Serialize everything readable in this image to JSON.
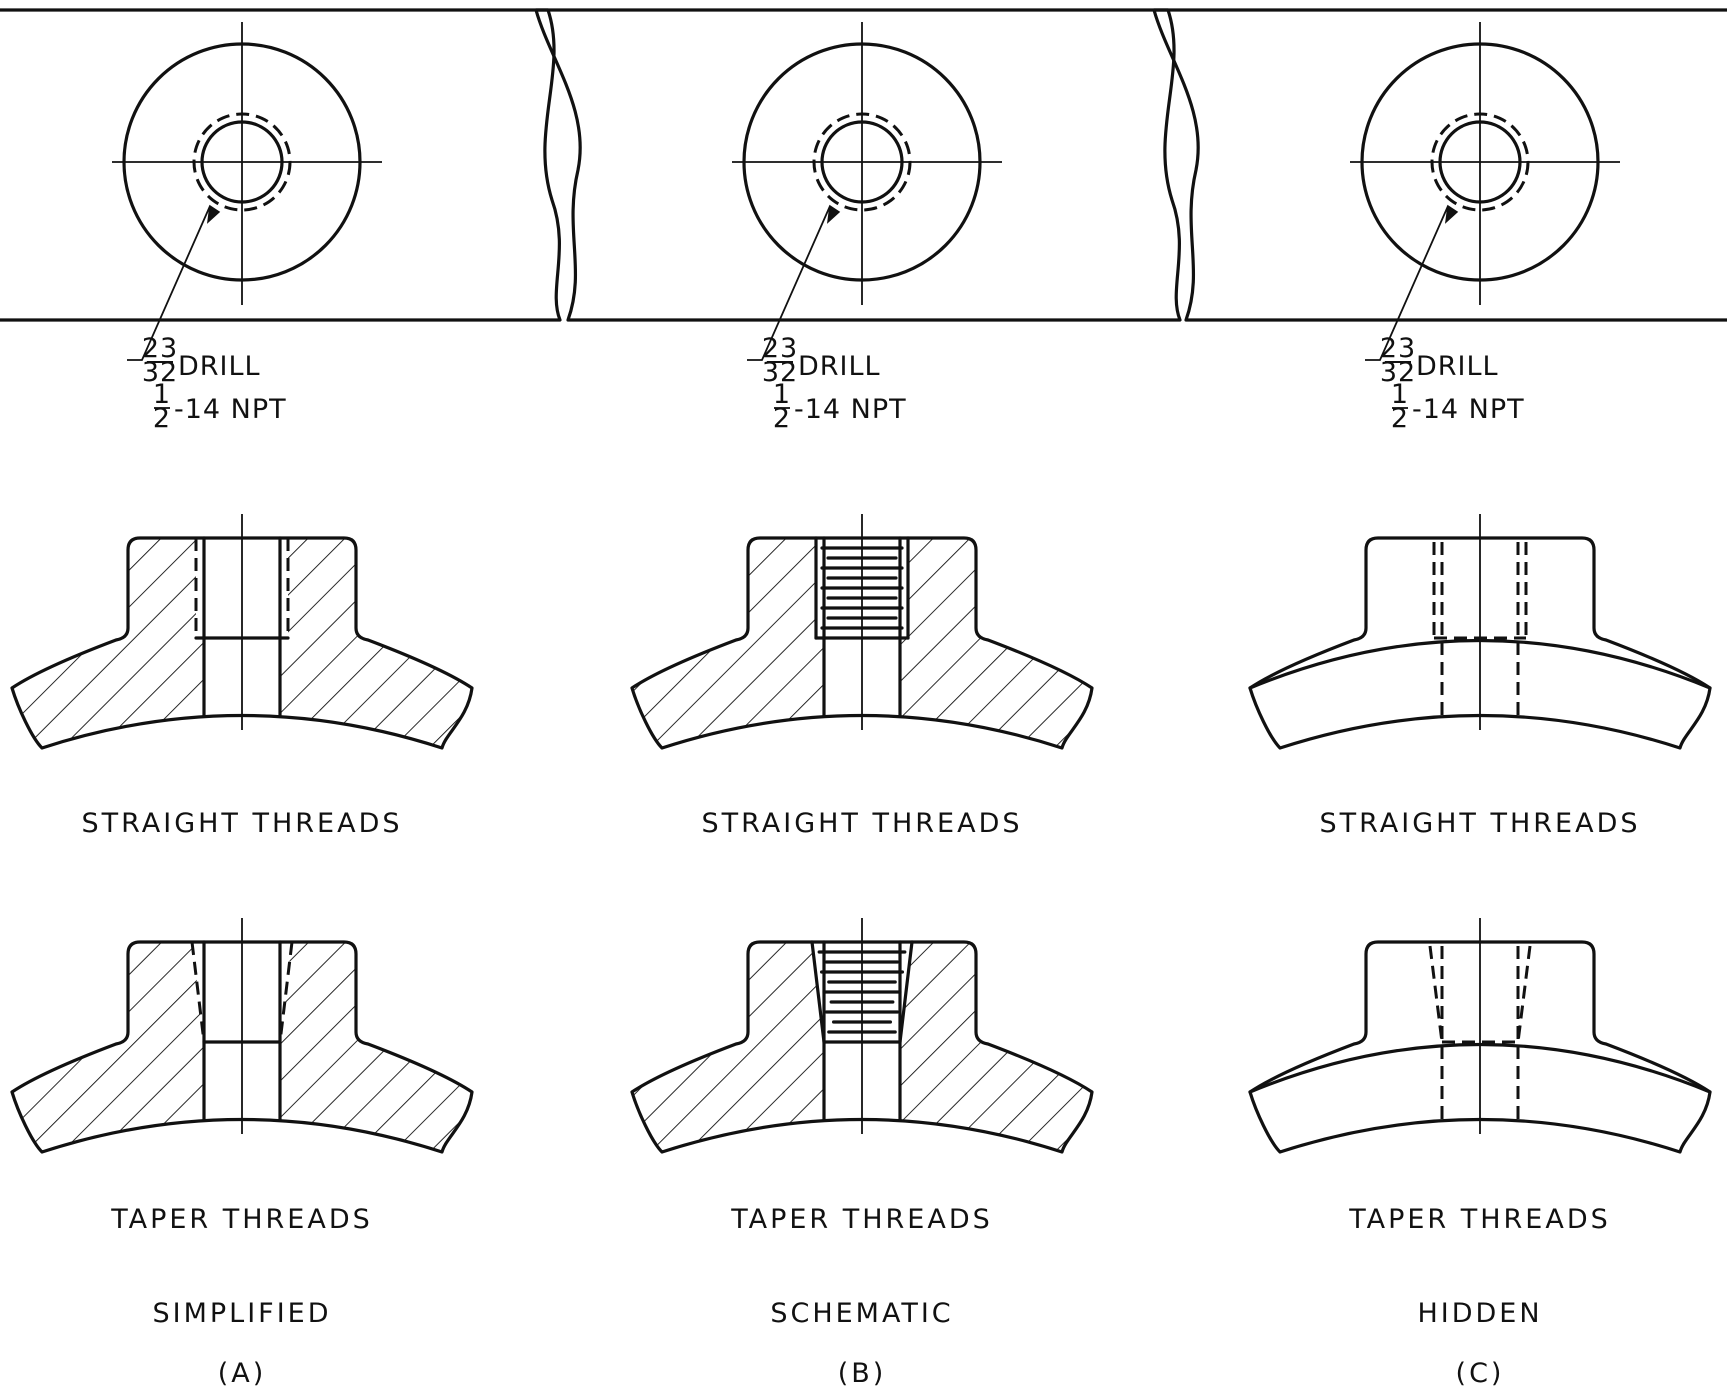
{
  "columns": [
    {
      "id": "a",
      "top_note": {
        "fraction_num": "23",
        "fraction_den": "32",
        "drill": "DRILL",
        "npt_num": "1",
        "npt_den": "2",
        "npt_rest": "-14 NPT"
      },
      "straight_label": "STRAIGHT THREADS",
      "taper_label": "TAPER THREADS",
      "method": "SIMPLIFIED",
      "letter": "(A)"
    },
    {
      "id": "b",
      "top_note": {
        "fraction_num": "23",
        "fraction_den": "32",
        "drill": "DRILL",
        "npt_num": "1",
        "npt_den": "2",
        "npt_rest": "-14 NPT"
      },
      "straight_label": "STRAIGHT THREADS",
      "taper_label": "TAPER THREADS",
      "method": "SCHEMATIC",
      "letter": "(B)"
    },
    {
      "id": "c",
      "top_note": {
        "fraction_num": "23",
        "fraction_den": "32",
        "drill": "DRILL",
        "npt_num": "1",
        "npt_den": "2",
        "npt_rest": "-14 NPT"
      },
      "straight_label": "STRAIGHT THREADS",
      "taper_label": "TAPER THREADS",
      "method": "HIDDEN",
      "letter": "(C)"
    }
  ]
}
